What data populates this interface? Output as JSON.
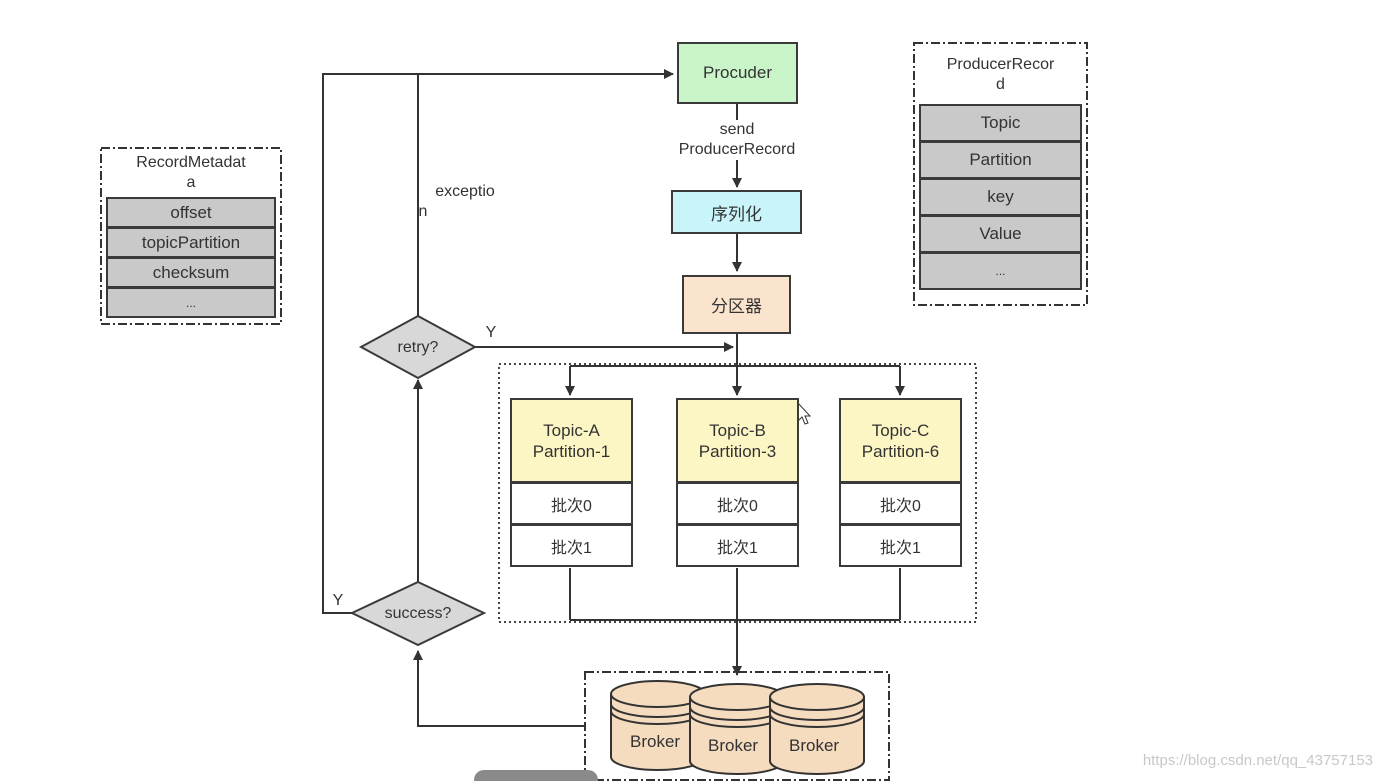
{
  "nodes": {
    "producer": "Procuder",
    "send_label_1": "send",
    "send_label_2": "ProducerRecord",
    "serializer": "序列化",
    "partitioner": "分区器",
    "exception_1": "exceptio",
    "exception_2": "n",
    "retry": "retry?",
    "retry_yes": "Y",
    "success": "success?",
    "success_yes": "Y"
  },
  "record_metadata": {
    "title_1": "RecordMetadat",
    "title_2": "a",
    "fields": [
      "offset",
      "topicPartition",
      "checksum",
      "..."
    ]
  },
  "producer_record": {
    "title_1": "ProducerRecor",
    "title_2": "d",
    "fields": [
      "Topic",
      "Partition",
      "key",
      "Value",
      "..."
    ]
  },
  "partitions": [
    {
      "line1": "Topic-A",
      "line2": "Partition-1",
      "batch0": "批次0",
      "batch1": "批次1"
    },
    {
      "line1": "Topic-B",
      "line2": "Partition-3",
      "batch0": "批次0",
      "batch1": "批次1"
    },
    {
      "line1": "Topic-C",
      "line2": "Partition-6",
      "batch0": "批次0",
      "batch1": "批次1"
    }
  ],
  "brokers": [
    "Broker",
    "Broker",
    "Broker"
  ],
  "watermark": "https://blog.csdn.net/qq_43757153",
  "colors": {
    "producer": "#c9f5c9",
    "serializer": "#c8f4fa",
    "partitioner": "#fbe4cd",
    "partition_head": "#fcf5c4",
    "field": "#c9c9c9",
    "broker": "#f6dcbf",
    "diamond": "#d8d8d8"
  }
}
